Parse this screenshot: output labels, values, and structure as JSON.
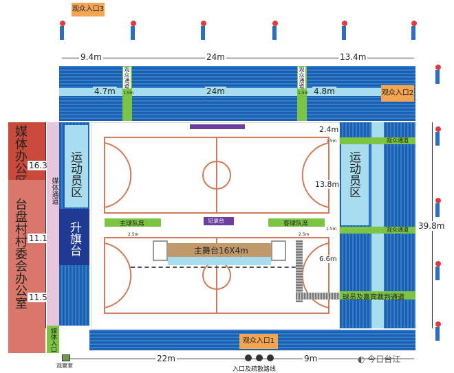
{
  "entrances": {
    "entrance_3": "观众入口3",
    "entrance_2": "观众入口2",
    "entrance_1": "观众入口1",
    "media_entrance": "媒体入口"
  },
  "dimensions": {
    "top_left": "9.4m",
    "top_mid": "24m",
    "top_right": "13.4m",
    "row2_left": "4.7m",
    "row2_mid": "24m",
    "row2_right": "4.8m",
    "right_small": "2.4m",
    "left_height": "16.3m",
    "left_mid": "11.1m",
    "left_low": "11.5m",
    "court_h": "13.8m",
    "stage_side": "6.6m",
    "total_right": "39.8m",
    "bottom_left": "22m",
    "bottom_right": "9m",
    "small_15a": "1.5m",
    "small_15b": "1.5m",
    "small_15c": "1.5m",
    "small_15d": "1.5m",
    "small_25a": "2.5m",
    "small_25b": "2.5m"
  },
  "labels": {
    "aisle_top_left": "观众通道",
    "aisle_top_right": "观众通道",
    "aisle_right_1": "观众通道",
    "aisle_right_2": "观众通道",
    "media_office": "媒体办公区",
    "village_office": "台盘村村委会办公室",
    "media_aisle": "媒体通道",
    "athletes_left": "运动员区",
    "flag_stage": "升旗台",
    "athletes_right": "运动员区",
    "home_bench": "主球队席",
    "away_bench": "客球队席",
    "scorer_table": "记录台",
    "main_stage": "主舞台16X4m",
    "vip_channel": "球员及嘉宾裁判通道",
    "observation_room": "观察室",
    "bottom_caption": "入口及疏散路线",
    "watermark": "今日台江"
  },
  "colors": {
    "seat_blue": "#1f5fae",
    "aisle_light": "#a8dcef",
    "aisle_green": "#7cc443",
    "flag_navy": "#1f3a93",
    "media_red": "#c94a3b",
    "village_red": "#d9776a",
    "court_line": "#d27a55",
    "entrance_orange": "#f2a552",
    "stage_brown": "#c19a6b"
  }
}
